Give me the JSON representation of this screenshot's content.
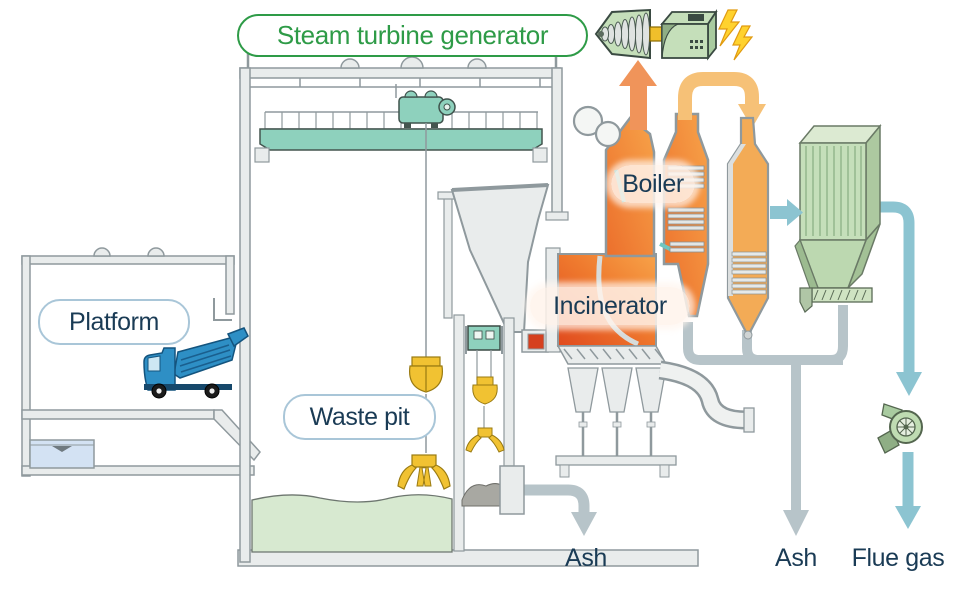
{
  "diagram": {
    "type": "waste-to-energy plant cross-section",
    "title_pill": "Steam turbine generator",
    "labels": {
      "platform": "Platform",
      "waste_pit": "Waste pit",
      "boiler": "Boiler",
      "incinerator": "Incinerator",
      "ash_bottom": "Ash",
      "ash_right": "Ash",
      "flue_gas": "Flue gas"
    },
    "icons": [
      "steam-turbine-icon",
      "generator-icon",
      "lightning-bolt-icon",
      "garbage-truck-icon",
      "overhead-crane-icon",
      "grab-bucket-icon",
      "waste-hopper-icon",
      "incinerator-icon",
      "boiler-icon",
      "economizer-icon",
      "baghouse-filter-icon",
      "induced-draft-fan-icon",
      "water-tank-icon"
    ],
    "colors": {
      "label_green": "#2e9b47",
      "label_navy": "#1a3b55",
      "pill_blue_border": "#a9c6d8",
      "steam_arrow_orange": "#f0945a",
      "gas_arrow_amber": "#f6c177",
      "flue_arrow_teal": "#8cc4d1",
      "ash_arrow_gray": "#b7c4c9",
      "incinerator_red": "#e04a1e",
      "incinerator_orange": "#f39f47",
      "equipment_green": "#c5dfba",
      "crane_teal": "#8ed1bd",
      "waste_green": "#d7e9d0",
      "truck_blue": "#2e8fc5",
      "grab_yellow": "#f1c232",
      "structure_gray": "#8f999d",
      "structure_fill": "#e9ecec",
      "water_blue": "#d3e2f3",
      "lightning_yellow": "#ffd22e"
    }
  }
}
